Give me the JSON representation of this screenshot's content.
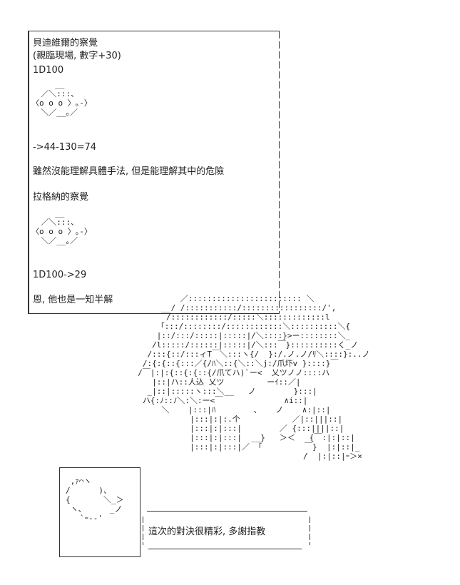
{
  "panel": {
    "lines": [
      "貝迪維爾的察覺",
      "(親臨現場, 數字+30)",
      "1D100",
      "->44-130=74",
      "雖然沒能理解具體手法, 但是能理解其中的危險",
      "拉格納的察覺",
      "1D100->29",
      "恩, 他也是一知半解"
    ],
    "dice_art": "     __\n  ／＼:::、\n〈o o o 〉｡-〉\n  ＼／__｡／"
  },
  "speech": {
    "text": "這次的對決很精彩, 多謝指教"
  },
  "art": {
    "figure": "           ／:::::::::::::::::::::::: ＼\n       __/ /:::::::::::/:::::::::::::::::/',\n        /::::::::::::/:::::＼:::::::::::::l\n      「:::/::::::::/::::::::::::＼::::::::::＼{\n      |::/:::/:::::|:::::|/＼::::}>ー::::::::＼_\n     /l:::::/::::::|:::::|/＼:::￣}::::::::::く_ノ\n    /:::{::/:::ィT￣＼:::ヽ{/  }:/.ノ.ノ/ﾘ＼::::}:..ノ\n   /:{:{::{:::／{/ﾊ＼::{＼::＼j:/爪圷v }::::}￣\n  /￣|:|:{::{:{::{/爪てハ)`ー<  乂ツノノ::::ハ\n     |::|ハ::人込 乂ツ         ーｲ::／|\n    _|::|:::::ヽ:::＼__   ノ        }:::|\n   ハ{:ﾉ::ﾉ＼:＼:ー<￣             ∧i::|\n       ＼    |:::|ﾊ        、   ノ    ∧:|::|\n             |:::|:|:.个           ／|::|||::|\n             |:::|:|:::|        ／ {:::||||::|\n             |:::|:|:::|  __}   ＞＜   {￣:|:|::|\n             |:::|:|:::|／ 「         ￣}  |:|::|_\n                                     /  |:|::|ｰ＞×",
    "side": " ,ｧ⌒ヽ\n/      )、\n{       ＼_＞\n ヽ、     _ノ\n   `ｰ--'"
  }
}
